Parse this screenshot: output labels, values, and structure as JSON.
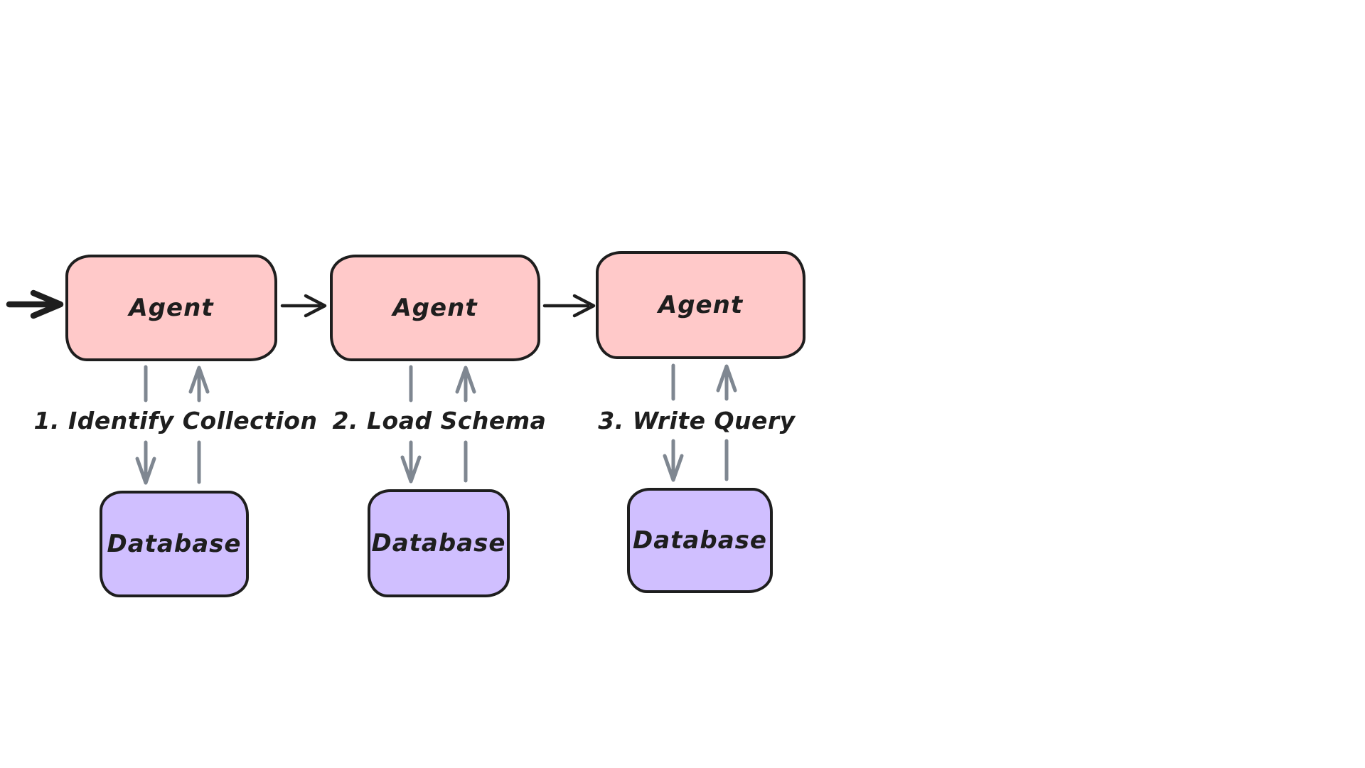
{
  "palette": {
    "agent_fill": "#ffc9c9",
    "database_fill": "#d0bfff",
    "outline": "#1e1e1e",
    "connector_gray": "#7f8791",
    "arrow_black": "#1e1e1e",
    "text_color": "#1e1e1e",
    "canvas_bg": "#ffffff"
  },
  "flow": {
    "description": "Three-step agent pipeline, each agent queries a database",
    "columns": [
      {
        "agent_label": "Agent",
        "database_label": "Database",
        "step_label": "1. Identify Collection"
      },
      {
        "agent_label": "Agent",
        "database_label": "Database",
        "step_label": "2. Load Schema"
      },
      {
        "agent_label": "Agent",
        "database_label": "Database",
        "step_label": "3. Write Query"
      }
    ]
  }
}
